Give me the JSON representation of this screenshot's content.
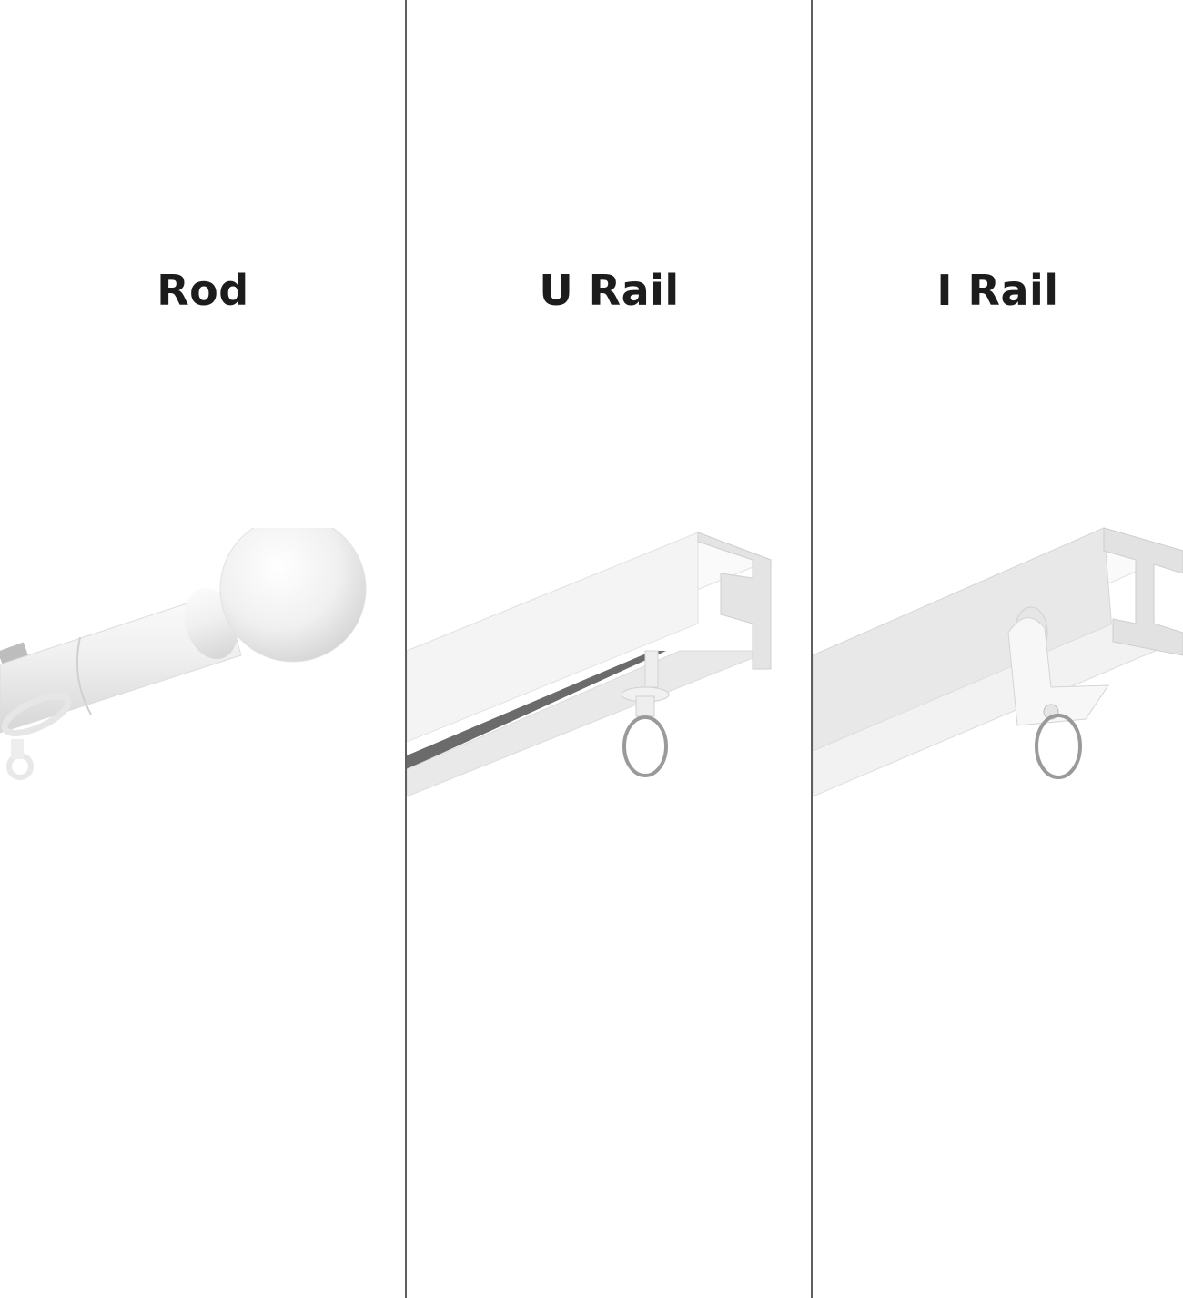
{
  "panels": [
    {
      "id": "rod",
      "label": "Rod",
      "illustration": "curtain-rod-with-ball-finial-and-ring"
    },
    {
      "id": "u-rail",
      "label": "U Rail",
      "illustration": "u-shaped-curtain-track-with-glider-and-ring"
    },
    {
      "id": "i-rail",
      "label": "I Rail",
      "illustration": "i-shaped-curtain-track-with-carrier-and-ring"
    }
  ],
  "colors": {
    "background": "#ffffff",
    "label_text": "#1c1c1c",
    "divider": "#5f5f5f",
    "product_white": "#f4f4f4",
    "product_shadow": "#d2d2d2",
    "ring_metal": "#9a9a9a"
  }
}
